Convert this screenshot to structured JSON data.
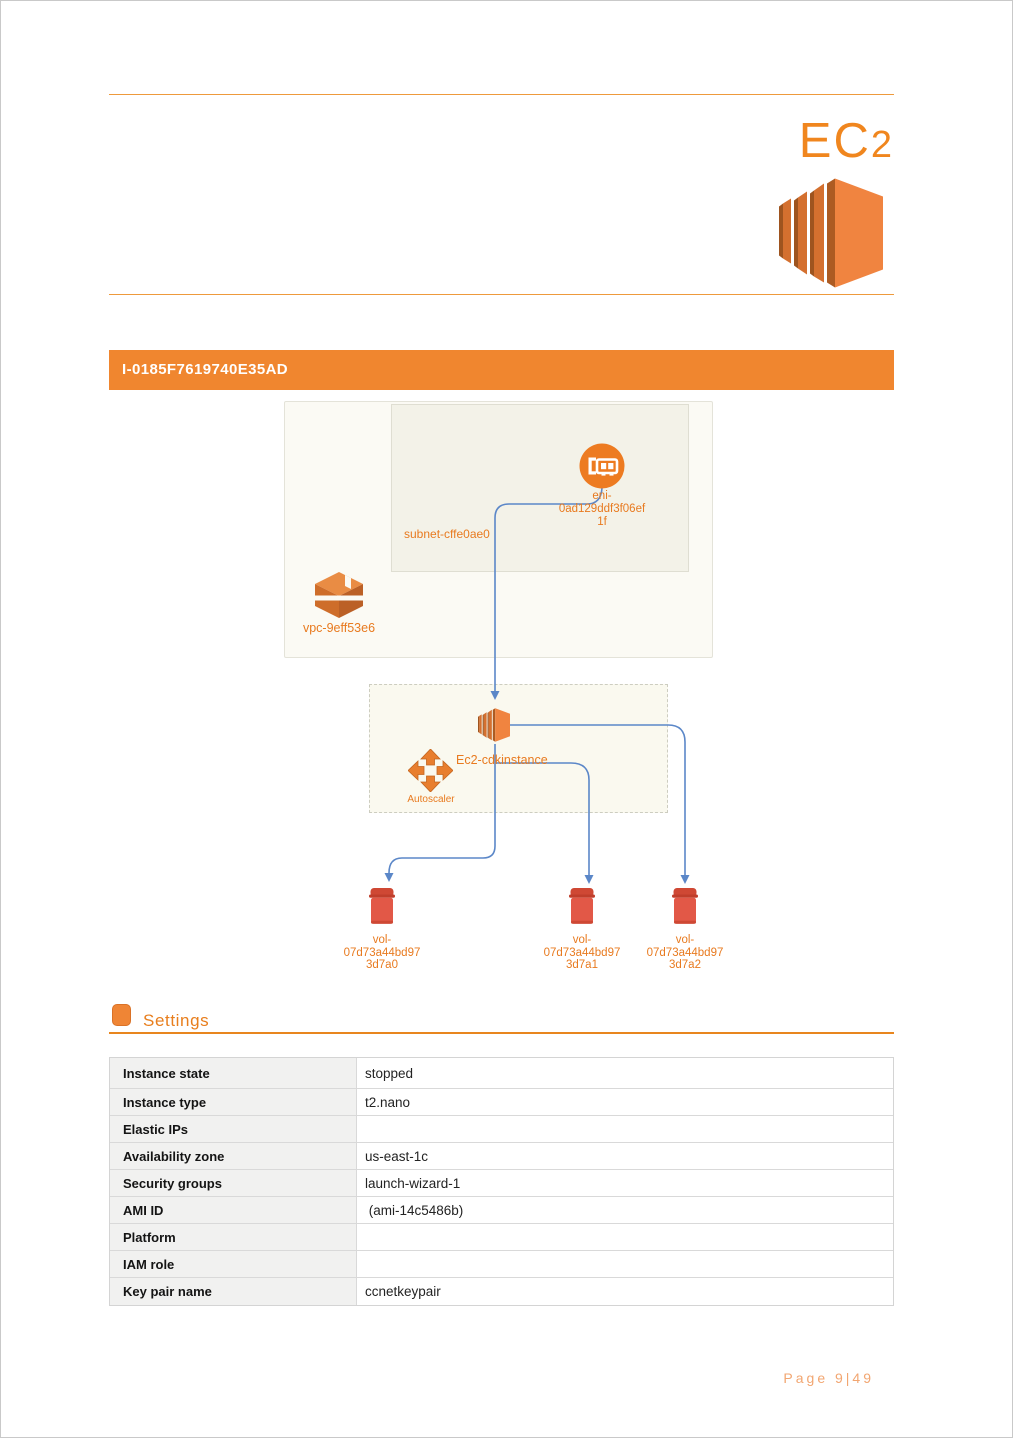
{
  "header": {
    "title_main": "EC",
    "title_sub": "2"
  },
  "banner": {
    "instance_id": "I-0185F7619740E35AD"
  },
  "diagram": {
    "vpc_label": "vpc-9eff53e6",
    "subnet_label": "subnet-cffe0ae0",
    "eni_label_lines": [
      "eni-",
      "0ad129ddf3f06ef",
      "1f"
    ],
    "instance_label": "Ec2-cdkinstance",
    "autoscaler_label": "Autoscaler",
    "volumes": [
      {
        "lines": [
          "vol-",
          "07d73a44bd97",
          "3d7a0"
        ]
      },
      {
        "lines": [
          "vol-",
          "07d73a44bd97",
          "3d7a1"
        ]
      },
      {
        "lines": [
          "vol-",
          "07d73a44bd97",
          "3d7a2"
        ]
      }
    ]
  },
  "settings": {
    "heading": "Settings",
    "rows": [
      {
        "label": "Instance state",
        "value": "stopped"
      },
      {
        "label": "Instance type",
        "value": "t2.nano"
      },
      {
        "label": "Elastic IPs",
        "value": ""
      },
      {
        "label": "Availability zone",
        "value": "us-east-1c"
      },
      {
        "label": "Security groups",
        "value": "launch-wizard-1"
      },
      {
        "label": "AMI ID",
        "value": " (ami-14c5486b)"
      },
      {
        "label": "Platform",
        "value": ""
      },
      {
        "label": "IAM role",
        "value": ""
      },
      {
        "label": "Key pair name",
        "value": "ccnetkeypair"
      }
    ]
  },
  "footer": {
    "text": "Page 9|49"
  },
  "colors": {
    "accent_orange": "#f0862f",
    "label_orange": "#e87a1f",
    "connector_blue": "#5b87c8",
    "volume_red": "#e25847"
  }
}
